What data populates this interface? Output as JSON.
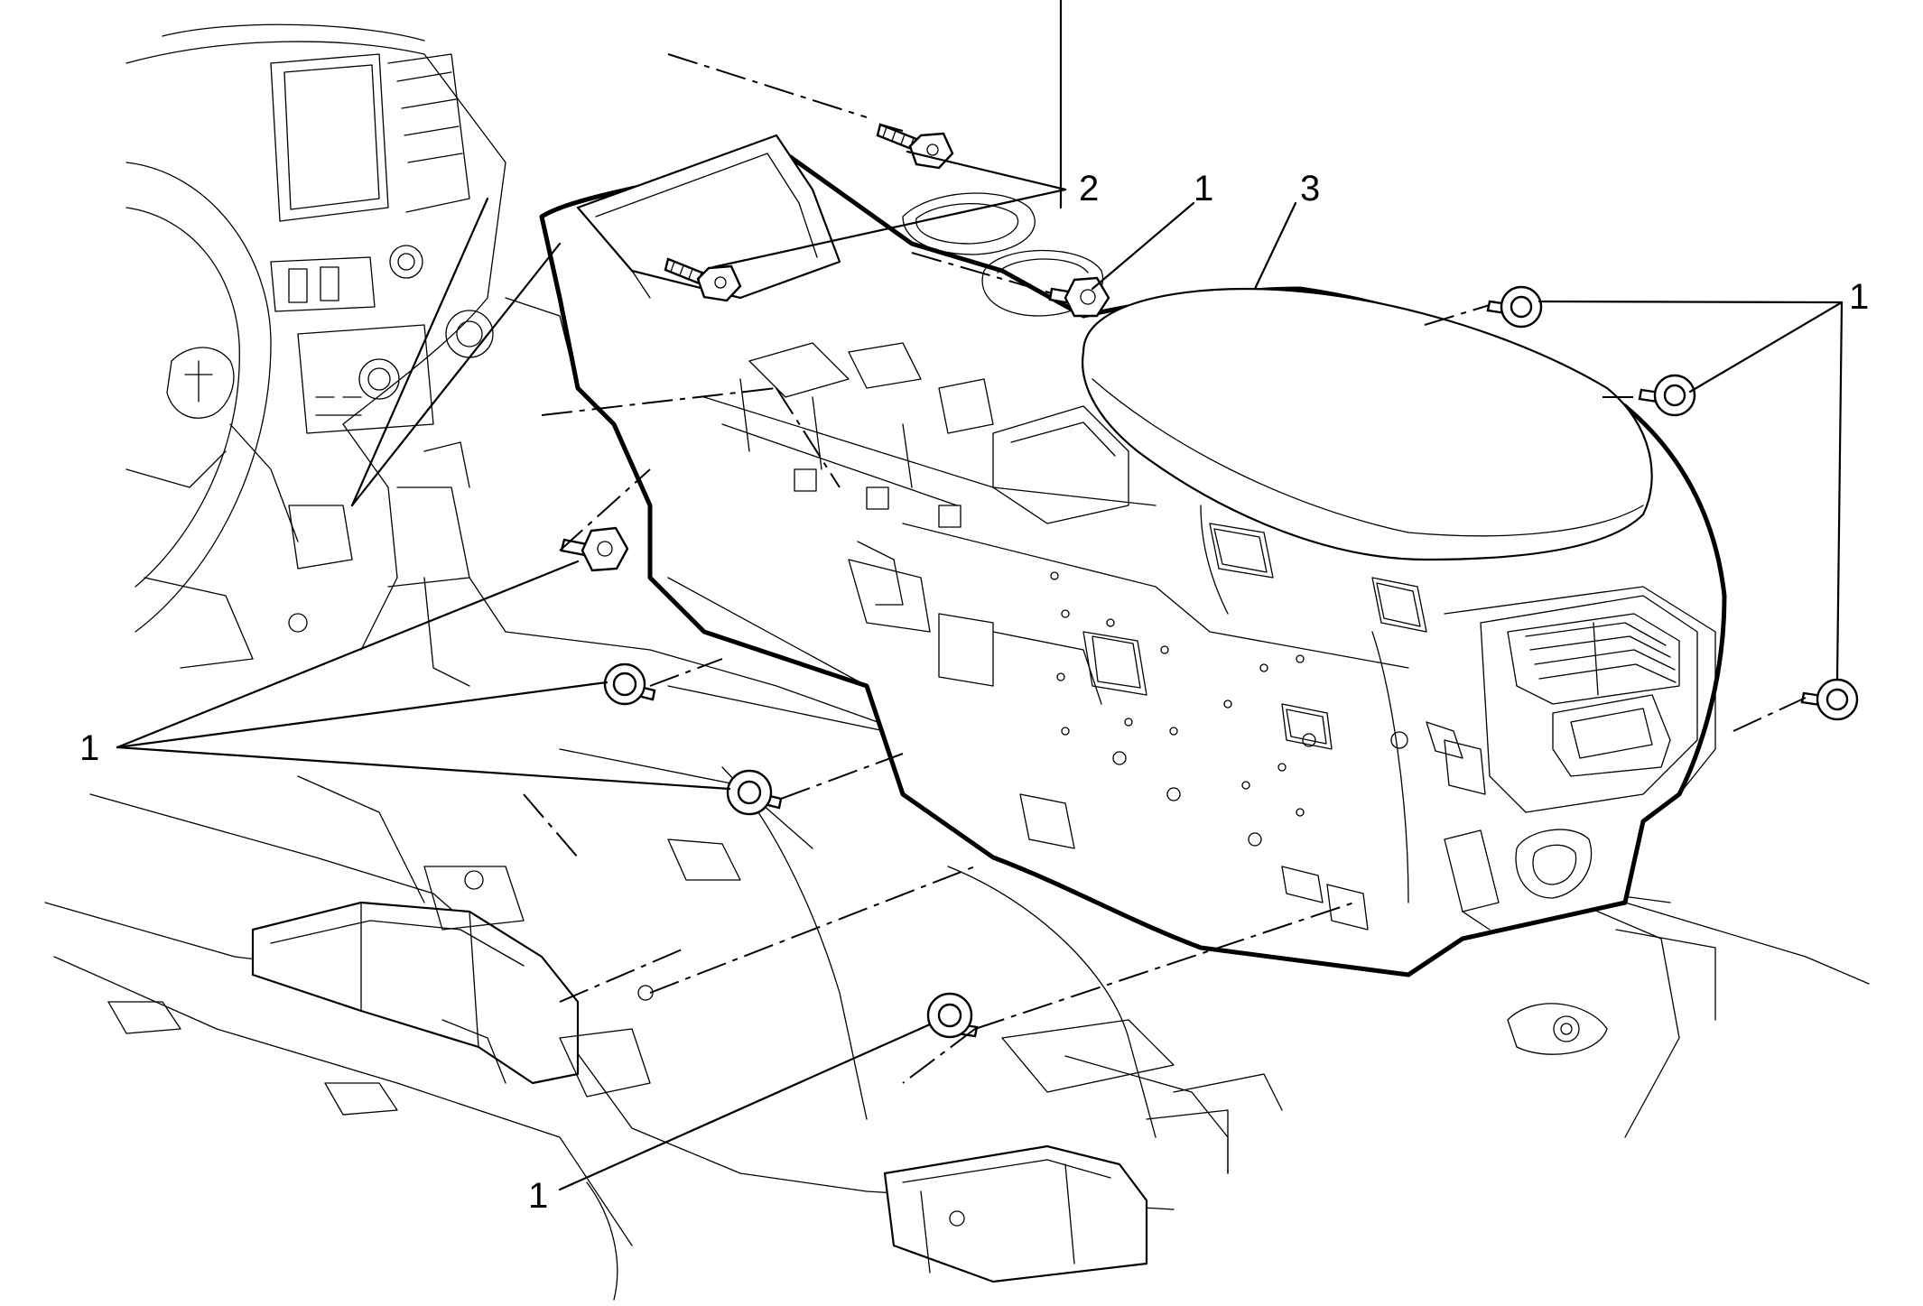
{
  "callouts": {
    "c1": "2",
    "c2": "1",
    "c3": "3",
    "c4": "1",
    "c5": "1",
    "c6": "1"
  }
}
